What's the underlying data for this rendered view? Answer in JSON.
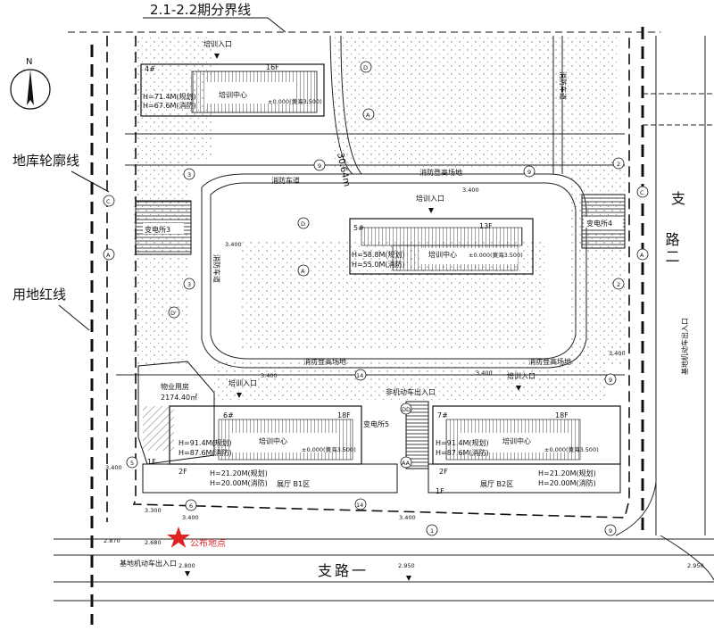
{
  "title_boundary": "2.1-2.2期分界线",
  "legend": {
    "basement_outline": "地库轮廓线",
    "land_redline": "用地红线",
    "north": "N"
  },
  "roads": {
    "road_one": "支路一",
    "road_two_top": "支",
    "road_two_bottom": "路二",
    "vehicle_entrance_bottom": "基地机动车出入口",
    "vehicle_entrance_right": "基地机动车出入口",
    "nonmotor_entrance": "非机动车出入口",
    "fire_lane": "消防车道",
    "fire_lane_vertical": "消防车道",
    "fire_lane_right": "消防车道",
    "fire_platform": "消防登高场地"
  },
  "buildings": {
    "b4": {
      "id": "4#",
      "floors": "16F",
      "h1": "H=71.4M(规划)",
      "h2": "H=67.6M(消防)",
      "func": "培训中心",
      "level": "±0.000(黄海3.500)",
      "entry": "培训入口"
    },
    "b5": {
      "id": "5#",
      "floors": "13F",
      "h1": "H=58.8M(规划)",
      "h2": "H=55.0M(消防)",
      "func": "培训中心",
      "level": "±0.000(黄海3.500)",
      "entry": "培训入口"
    },
    "b6": {
      "id": "6#",
      "floors": "18F",
      "h1": "H=91.4M(规划)",
      "h2": "H=87.6M(消防)",
      "func": "培训中心",
      "level": "±0.000(黄海3.500)",
      "entry": "培训入口"
    },
    "b7": {
      "id": "7#",
      "floors": "18F",
      "h1": "H=91.4M(规划)",
      "h2": "H=87.6M(消防)",
      "func": "培训中心",
      "level": "±0.000(黄海3.500)",
      "entry": "培训入口"
    },
    "podium_b1": {
      "f1": "1F",
      "f2": "2F",
      "h1": "H=21.20M(规划)",
      "h2": "H=20.00M(消防)",
      "name": "展厅 B1区"
    },
    "podium_b2": {
      "f1": "1F",
      "f2": "2F",
      "h1": "H=21.20M(规划)",
      "h2": "H=20.00M(消防)",
      "name": "展厅 B2区"
    },
    "property": {
      "name": "物业用房",
      "area": "2174.40㎡"
    },
    "substation3": "变电所3",
    "substation4": "变电所4",
    "substation5": "变电所5"
  },
  "markers": {
    "publish_point": "公布地点",
    "dim_30": "30.64m"
  },
  "elevations": [
    "3.400",
    "3.400",
    "3.400",
    "3.400",
    "3.400",
    "3.400",
    "3.400",
    "3.300",
    "2.870",
    "2.680",
    "2.800",
    "2.950",
    "2.950",
    "3.400"
  ],
  "grid_letters": {
    "D": "D",
    "A": "A",
    "C": "C",
    "Dp": "D'",
    "AA": "AA",
    "DD": "DD"
  },
  "grid_numbers": {
    "n2": "2",
    "n3": "3",
    "n5": "5",
    "n6": "6",
    "n9": "9",
    "n14": "14",
    "n1": "1"
  },
  "colors": {
    "line": "#111111",
    "red": "#e02424",
    "hatch": "#555555"
  }
}
